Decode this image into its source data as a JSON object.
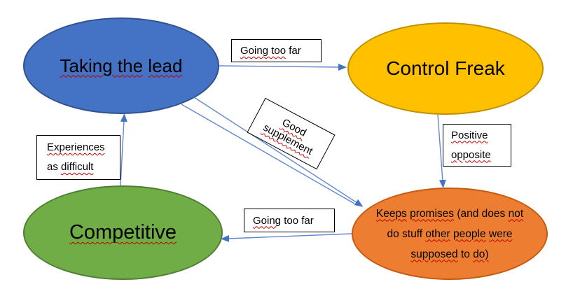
{
  "diagram": {
    "background": "#FFFFFF",
    "squiggle_color": "#C00000",
    "arrows_style": {
      "line_color": "#6287D2",
      "head_color": "#4472C4"
    },
    "nodes": {
      "taking_the_lead": {
        "text": "Taking the lead",
        "fill": "#4472C4",
        "stroke": "#2F528F",
        "lines": [
          [
            {
              "t": "Taking the",
              "m": true
            },
            {
              "t": " ",
              "m": false
            },
            {
              "t": "lead",
              "m": true
            }
          ]
        ]
      },
      "control_freak": {
        "text": "Control Freak",
        "fill": "#FFC000",
        "stroke": "#BF9000",
        "lines": [
          [
            {
              "t": "Control Freak",
              "m": false
            }
          ]
        ]
      },
      "competitive": {
        "text": "Competitive",
        "fill": "#70AD47",
        "stroke": "#507E32",
        "lines": [
          [
            {
              "t": "Competitive",
              "m": true
            }
          ]
        ]
      },
      "keeps_promises": {
        "text": "Keeps promises (and does not do stuff other people were supposed to do)",
        "fill": "#ED7D31",
        "stroke": "#C55A11",
        "lines": [
          [
            {
              "t": "Keeps",
              "m": true
            },
            {
              "t": " ",
              "m": false
            },
            {
              "t": "promises",
              "m": true
            },
            {
              "t": " (and does ",
              "m": false
            },
            {
              "t": "not",
              "m": true
            }
          ],
          [
            {
              "t": "do stuff ",
              "m": false
            },
            {
              "t": "other",
              "m": true
            },
            {
              "t": " ",
              "m": false
            },
            {
              "t": "people",
              "m": true
            },
            {
              "t": " ",
              "m": false
            },
            {
              "t": "were",
              "m": true
            }
          ],
          [
            {
              "t": "supposed",
              "m": true
            },
            {
              "t": " to ",
              "m": false
            },
            {
              "t": "do)",
              "m": true
            }
          ]
        ]
      }
    },
    "labels": {
      "going_too_far_top": {
        "text": "Going too far",
        "lines": [
          [
            {
              "t": "Going too",
              "m": true
            },
            {
              "t": " far",
              "m": false
            }
          ]
        ]
      },
      "good_supplement": {
        "text": "Good supplement",
        "lines": [
          [
            {
              "t": "Good",
              "m": true
            }
          ],
          [
            {
              "t": "supplement",
              "m": true
            }
          ]
        ]
      },
      "positive_opposite": {
        "text": "Positive opposite",
        "lines": [
          [
            {
              "t": "Positive",
              "m": true
            }
          ],
          [
            {
              "t": "opposite",
              "m": true
            }
          ]
        ]
      },
      "experiences_as_difficult": {
        "text": "Experiences as difficult",
        "lines": [
          [
            {
              "t": "Experiences",
              "m": true
            }
          ],
          [
            {
              "t": "as ",
              "m": false
            },
            {
              "t": "difficult",
              "m": true
            }
          ]
        ]
      },
      "going_too_far_bottom": {
        "text": "Going too far",
        "lines": [
          [
            {
              "t": "Going",
              "m": true
            },
            {
              "t": " too far",
              "m": false
            }
          ]
        ]
      }
    },
    "relations": [
      {
        "from": "Taking the lead",
        "to": "Control Freak",
        "label": "Going too far"
      },
      {
        "from": "Taking the lead",
        "to": "Keeps promises (and does not do stuff other people were supposed to do)",
        "label": "Good supplement"
      },
      {
        "from": "Control Freak",
        "to": "Keeps promises (and does not do stuff other people were supposed to do)",
        "label": "Positive opposite"
      },
      {
        "from": "Keeps promises (and does not do stuff other people were supposed to do)",
        "to": "Competitive",
        "label": "Going too far"
      },
      {
        "from": "Competitive",
        "to": "Taking the lead",
        "label": "Experiences as difficult"
      }
    ]
  }
}
